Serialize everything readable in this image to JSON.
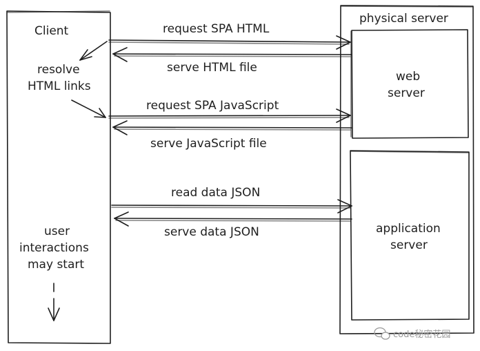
{
  "client": {
    "title": "Client",
    "resolve_line1": "resolve",
    "resolve_line2": "HTML links",
    "interact_line1": "user",
    "interact_line2": "interactions",
    "interact_line3": "may start"
  },
  "physical_server": {
    "title": "physical server",
    "web_server_line1": "web",
    "web_server_line2": "server",
    "app_server_line1": "application",
    "app_server_line2": "server"
  },
  "messages": {
    "m1": "request SPA HTML",
    "m2": "serve HTML file",
    "m3": "request SPA JavaScript",
    "m4": "serve JavaScript file",
    "m5": "read data JSON",
    "m6": "serve data JSON"
  },
  "watermark": "code秘密花园"
}
